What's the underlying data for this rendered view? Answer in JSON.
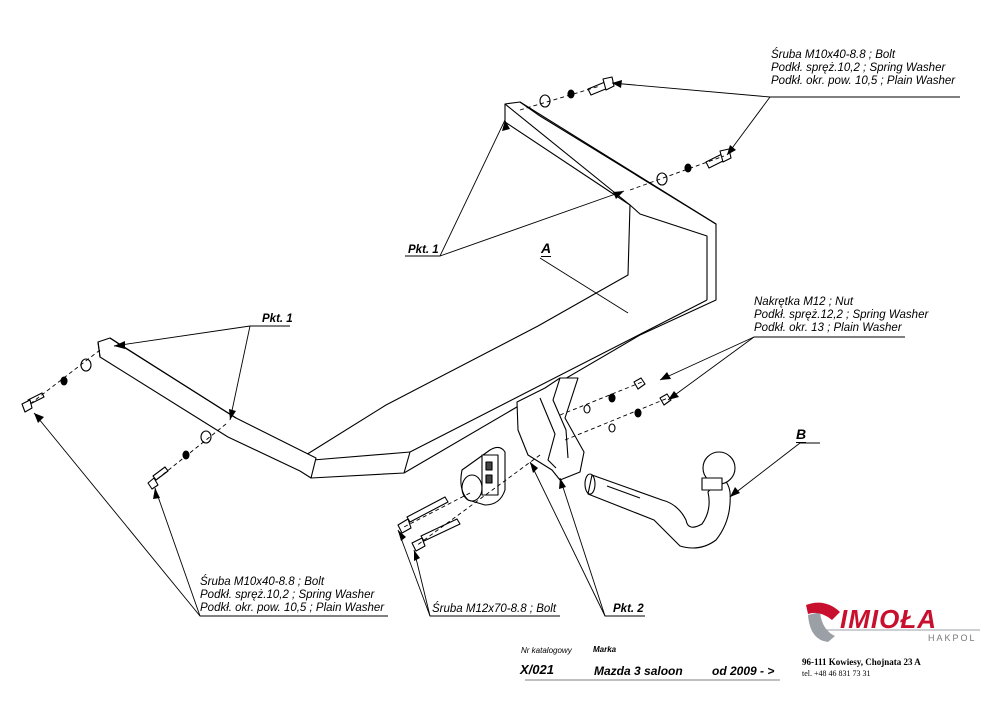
{
  "labels": {
    "top_right": {
      "line1": "Śruba M10x40-8.8 ;  Bolt",
      "line2": "Podkł. spręż.10,2 ; Spring Washer",
      "line3": "Podkł. okr. pow. 10,5 ; Plain Washer"
    },
    "right_mid": {
      "line1": "Nakrętka  M12 ; Nut",
      "line2": "Podkł. spręż.12,2 ; Spring Washer",
      "line3": "Podkł. okr. 13 ; Plain Washer"
    },
    "bottom_left": {
      "line1": "Śruba M10x40-8.8 ;  Bolt",
      "line2": "Podkł. spręż.10,2 ; Spring Washer",
      "line3": "Podkł. okr. pow. 10,5 ; Plain Washer"
    },
    "bolt_m12": "Śruba M12x70-8.8 ;  Bolt",
    "pkt1_top": "Pkt. 1",
    "pkt1_left": "Pkt. 1",
    "pkt2": "Pkt. 2",
    "letter_a": "A",
    "letter_b": "B"
  },
  "catalog": {
    "nr_label": "Nr katalogowy",
    "marka_label": "Marka",
    "code": "X/021",
    "model": "Mazda 3 saloon",
    "date": "od 2009 - >"
  },
  "company": {
    "logo_text": "IMIOŁA",
    "logo_sub": "HAKPOL",
    "address": "96-111 Kowiesy, Chojnata 23 A",
    "phone": "tel. +48 46 831 73 31",
    "brand_color": "#c8102e"
  }
}
